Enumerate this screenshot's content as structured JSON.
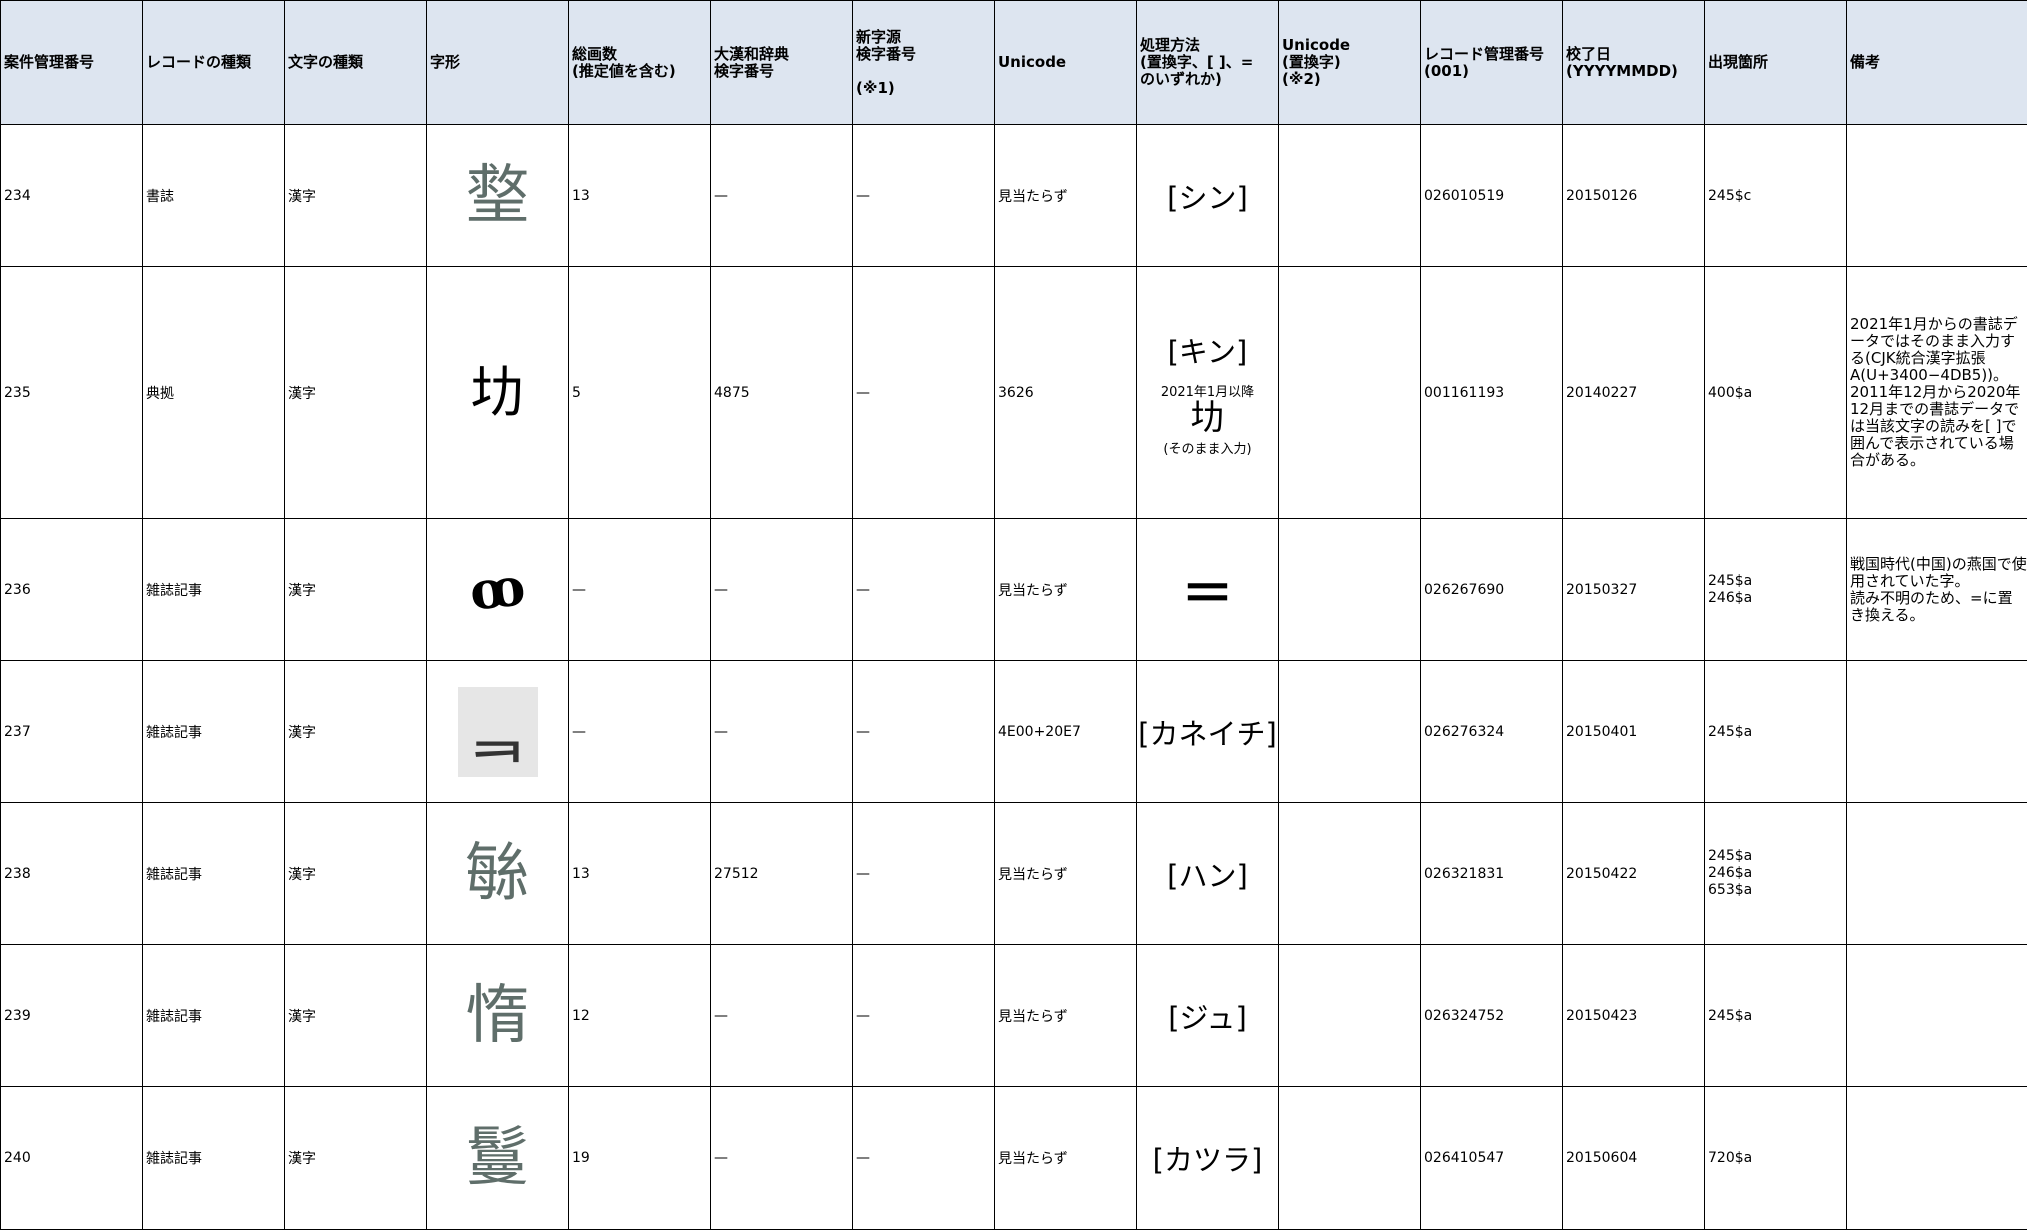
{
  "headers": [
    "案件管理番号",
    "レコードの種類",
    "文字の種類",
    "字形",
    "総画数\n(推定値を含む)",
    "大漢和辞典\n検字番号",
    "新字源\n検字番号\n\n(※1)",
    "Unicode",
    "処理方法\n(置換字、[ ]、=\nのいずれか)",
    "Unicode\n(置換字)\n(※2)",
    "レコード管理番号\n(001)",
    "校了日\n(YYYYMMDD)",
    "出現箇所",
    "備考"
  ],
  "rows": [
    {
      "id": "234",
      "record_type": "書誌",
      "char_type": "漢字",
      "glyph": "𤨣",
      "strokes": "13",
      "daikanwa": "—",
      "shinjigen": "—",
      "unicode": "見当たらず",
      "method": "[シン]",
      "unicode_replacement": "",
      "record_number": "026010519",
      "date": "20150126",
      "location": "245$c",
      "note": ""
    },
    {
      "id": "235",
      "record_type": "典拠",
      "char_type": "漢字",
      "glyph": "㘦",
      "strokes": "5",
      "daikanwa": "4875",
      "shinjigen": "—",
      "unicode": "3626",
      "method": "[キン]",
      "method_note": "2021年1月以降",
      "method_glyph": "㘦",
      "method_sub": "(そのまま入力)",
      "unicode_replacement": "",
      "record_number": "001161193",
      "date": "20140227",
      "location": "400$a",
      "note": "2021年1月からの書誌データではそのまま入力する(CJK統合漢字拡張A(U+3400−4DB5))。\n2011年12月から2020年12月までの書誌データでは当該文字の読みを[ ]で囲んで表示されている場合がある。"
    },
    {
      "id": "236",
      "record_type": "雑誌記事",
      "char_type": "漢字",
      "glyph": "ꝏ",
      "strokes": "—",
      "daikanwa": "—",
      "shinjigen": "—",
      "unicode": "見当たらず",
      "method": "＝",
      "unicode_replacement": "",
      "record_number": "026267690",
      "date": "20150327",
      "location": "245$a\n246$a",
      "note": "戦国時代(中国)の燕国で使用されていた字。\n読み不明のため、=に置き換える。"
    },
    {
      "id": "237",
      "record_type": "雑誌記事",
      "char_type": "漢字",
      "glyph": "ᆿ",
      "strokes": "—",
      "daikanwa": "—",
      "shinjigen": "—",
      "unicode": "4E00+20E7",
      "method": "[カネイチ]",
      "unicode_replacement": "",
      "record_number": "026276324",
      "date": "20150401",
      "location": "245$a",
      "note": ""
    },
    {
      "id": "238",
      "record_type": "雑誌記事",
      "char_type": "漢字",
      "glyph": "䋣",
      "strokes": "13",
      "daikanwa": "27512",
      "shinjigen": "—",
      "unicode": "見当たらず",
      "method": "[ハン]",
      "unicode_replacement": "",
      "record_number": "026321831",
      "date": "20150422",
      "location": "245$a\n246$a\n653$a",
      "note": ""
    },
    {
      "id": "239",
      "record_type": "雑誌記事",
      "char_type": "漢字",
      "glyph": "惰",
      "strokes": "12",
      "daikanwa": "—",
      "shinjigen": "—",
      "unicode": "見当たらず",
      "method": "[ジュ]",
      "unicode_replacement": "",
      "record_number": "026324752",
      "date": "20150423",
      "location": "245$a",
      "note": ""
    },
    {
      "id": "240",
      "record_type": "雑誌記事",
      "char_type": "漢字",
      "glyph": "鬘",
      "strokes": "19",
      "daikanwa": "—",
      "shinjigen": "—",
      "unicode": "見当たらず",
      "method": "[カツラ]",
      "unicode_replacement": "",
      "record_number": "026410547",
      "date": "20150604",
      "location": "720$a",
      "note": ""
    }
  ]
}
